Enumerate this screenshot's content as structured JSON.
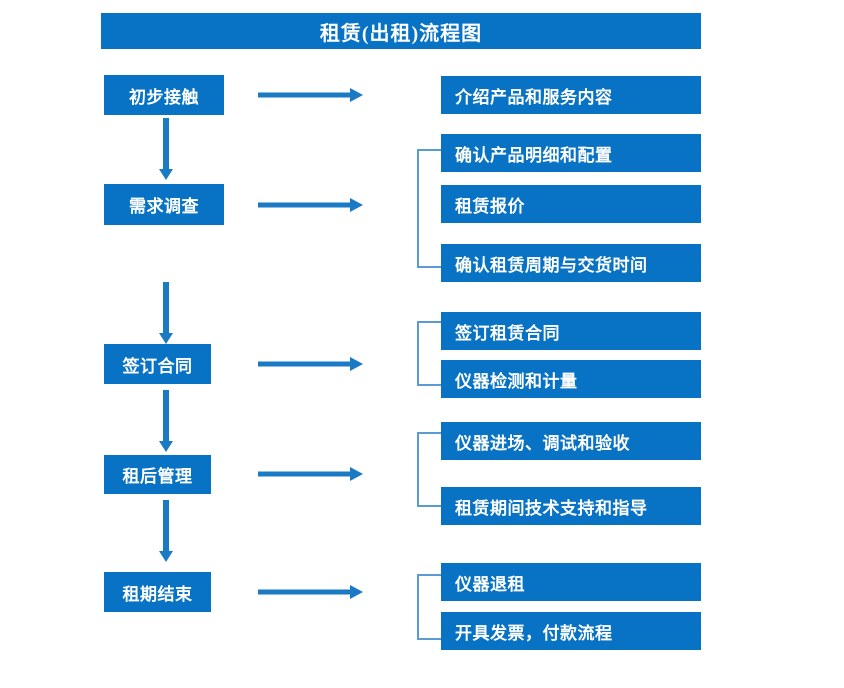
{
  "chart_data": {
    "type": "diagram",
    "title": "租赁(出租)流程图",
    "notes": "Vertical process flow with five stages; each stage maps to one or more detail activities grouped by brackets."
  },
  "colors": {
    "box_fill": "#0872C4",
    "box_text": "#FFFFFF",
    "arrow": "#1B7AC4",
    "bracket": "#5B9BD5",
    "background": "#FFFFFF"
  },
  "header": {
    "title": "租赁(出租)流程图"
  },
  "stages": [
    {
      "id": "stage-1",
      "label": "初步接触"
    },
    {
      "id": "stage-2",
      "label": "需求调查"
    },
    {
      "id": "stage-3",
      "label": "签订合同"
    },
    {
      "id": "stage-4",
      "label": "租后管理"
    },
    {
      "id": "stage-5",
      "label": "租期结束"
    }
  ],
  "details": {
    "group_1": [
      {
        "label": "介绍产品和服务内容"
      }
    ],
    "group_2": [
      {
        "label": "确认产品明细和配置"
      },
      {
        "label": "租赁报价"
      },
      {
        "label": "确认租赁周期与交货时间"
      }
    ],
    "group_3": [
      {
        "label": "签订租赁合同"
      },
      {
        "label": "仪器检测和计量"
      }
    ],
    "group_4": [
      {
        "label": "仪器进场、调试和验收"
      },
      {
        "label": "租赁期间技术支持和指导"
      }
    ],
    "group_5": [
      {
        "label": "仪器退租"
      },
      {
        "label": "开具发票，付款流程"
      }
    ]
  },
  "connectors": {
    "horizontal_arrow_name": "right-arrow-icon",
    "vertical_arrow_name": "down-arrow-icon",
    "bracket_name": "group-bracket"
  }
}
